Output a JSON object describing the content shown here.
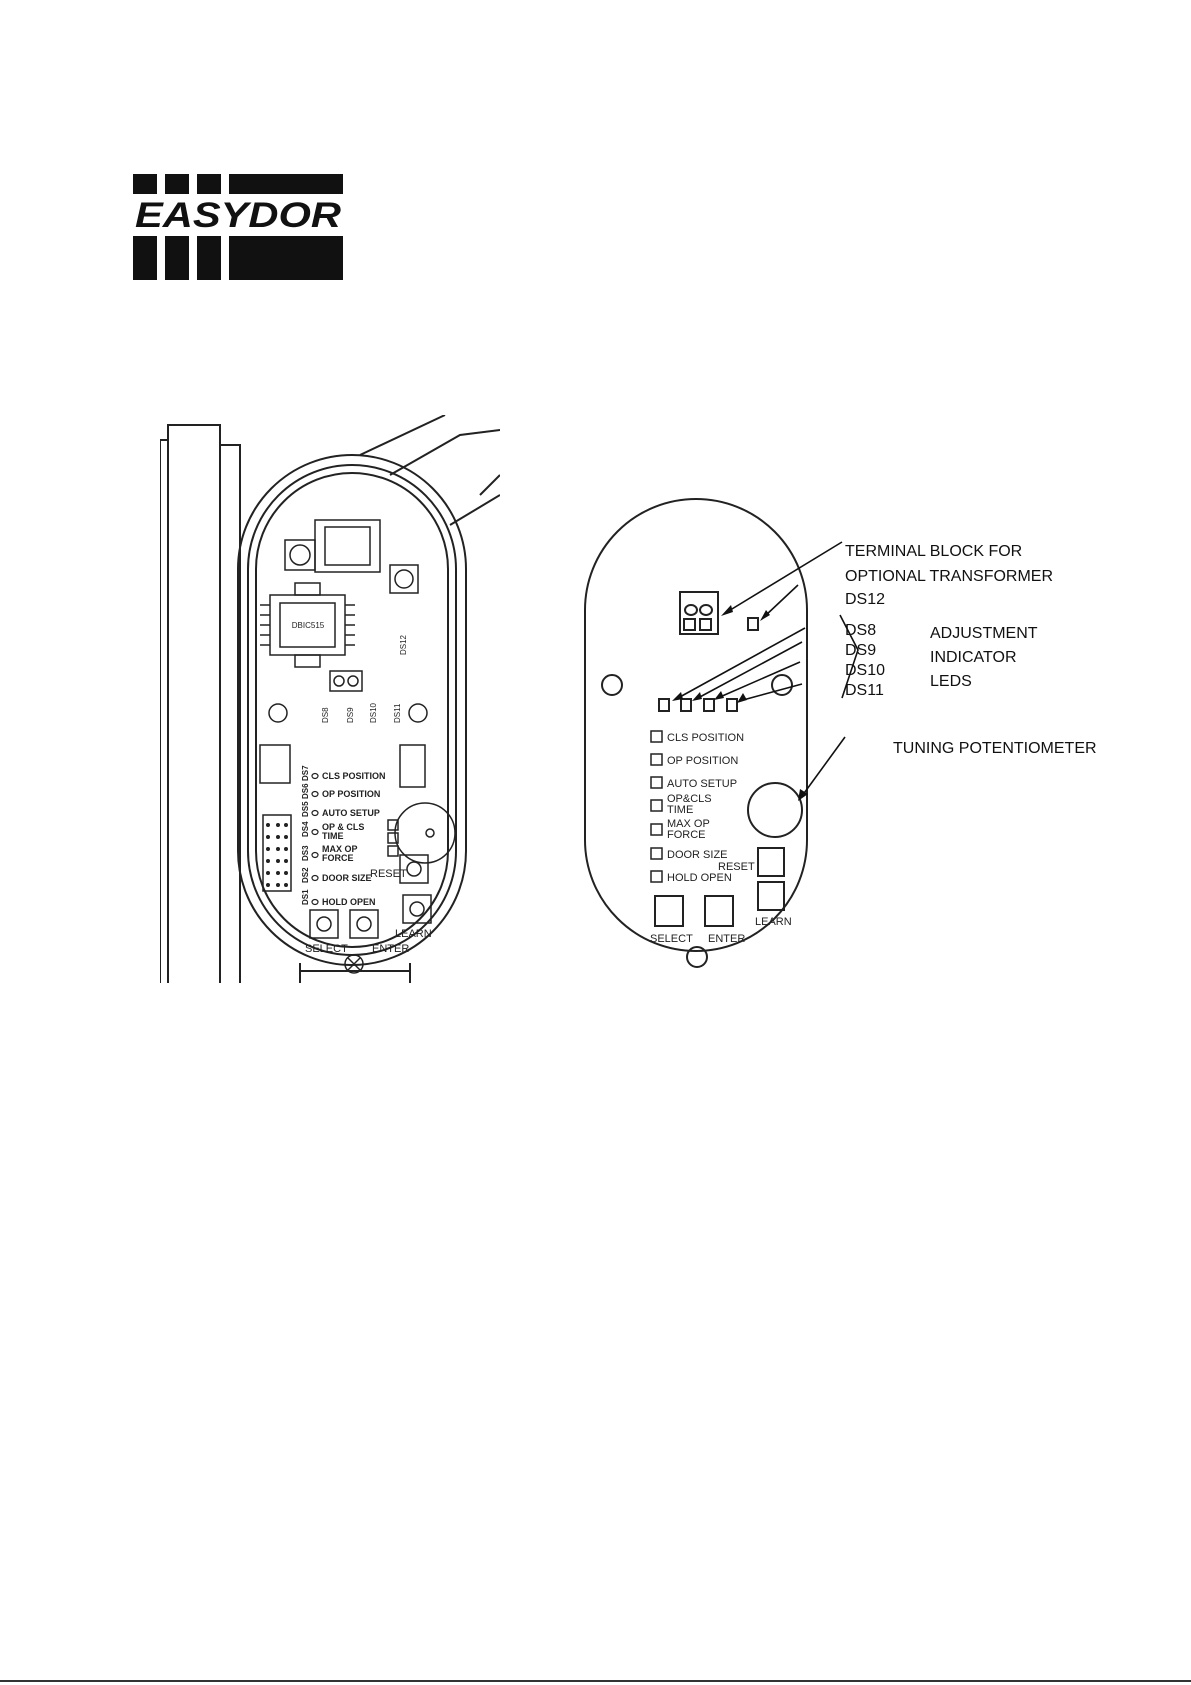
{
  "logo": {
    "text": "EASYDOR"
  },
  "photo": {
    "chip_label": "DBIC515",
    "ds_labels": [
      "DS12",
      "DS8",
      "DS9",
      "DS10",
      "DS11"
    ],
    "indicator_labels": [
      "CLS POSITION",
      "OP POSITION",
      "AUTO SETUP",
      "OP & CLS",
      "TIME",
      "MAX OP",
      "FORCE",
      "DOOR SIZE",
      "HOLD OPEN"
    ],
    "led_codes": [
      "DS7",
      "DS6",
      "DS5",
      "DS4",
      "DS3",
      "DS2",
      "DS1"
    ],
    "buttons": {
      "reset": "RESET",
      "learn": "LEARN",
      "select": "SELECT",
      "enter": "ENTER"
    }
  },
  "schematic": {
    "callouts": {
      "terminal_line1": "TERMINAL BLOCK FOR",
      "terminal_line2": "OPTIONAL TRANSFORMER",
      "ds12": "DS12",
      "ds8": "DS8",
      "ds9": "DS9",
      "ds10": "DS10",
      "ds11": "DS11",
      "adjustment_line1": "ADJUSTMENT",
      "adjustment_line2": "INDICATOR",
      "adjustment_line3": "LEDS",
      "tuning": "TUNING POTENTIOMETER"
    },
    "indicators": [
      "CLS POSITION",
      "OP POSITION",
      "AUTO SETUP",
      "OP&CLS",
      "TIME",
      "MAX OP",
      "FORCE",
      "DOOR SIZE",
      "HOLD OPEN"
    ],
    "buttons": {
      "reset": "RESET",
      "learn": "LEARN",
      "select": "SELECT",
      "enter": "ENTER"
    }
  }
}
